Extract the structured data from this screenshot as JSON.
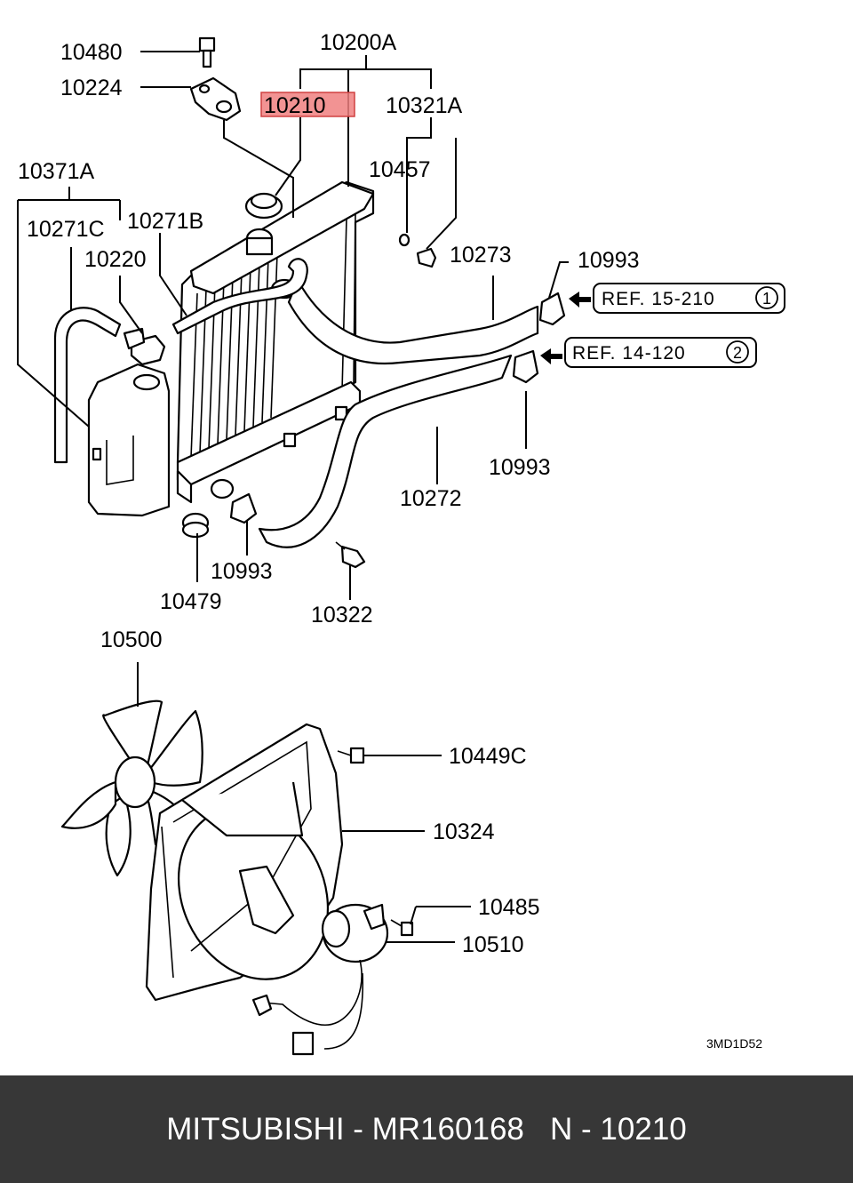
{
  "diagram": {
    "labels": {
      "p10480": "10480",
      "p10224": "10224",
      "p10200A": "10200A",
      "p10210": "10210",
      "p10321A": "10321A",
      "p10457": "10457",
      "p10371A": "10371A",
      "p10271C": "10271C",
      "p10271B": "10271B",
      "p10220": "10220",
      "p10273": "10273",
      "p10993a": "10993",
      "p10993b": "10993",
      "p10993c": "10993",
      "p10272": "10272",
      "p10479": "10479",
      "p10322": "10322",
      "p10500": "10500",
      "p10449C": "10449C",
      "p10324": "10324",
      "p10485": "10485",
      "p10510": "10510"
    },
    "refs": {
      "ref1_text": "REF. 15-210",
      "ref1_num": "1",
      "ref2_text": "REF. 14-120",
      "ref2_num": "2"
    },
    "drawing_code": "3MD1D52",
    "highlight_color": "#f08080"
  },
  "footer": {
    "caption": "MITSUBISHI - MR160168   N - 10210"
  }
}
